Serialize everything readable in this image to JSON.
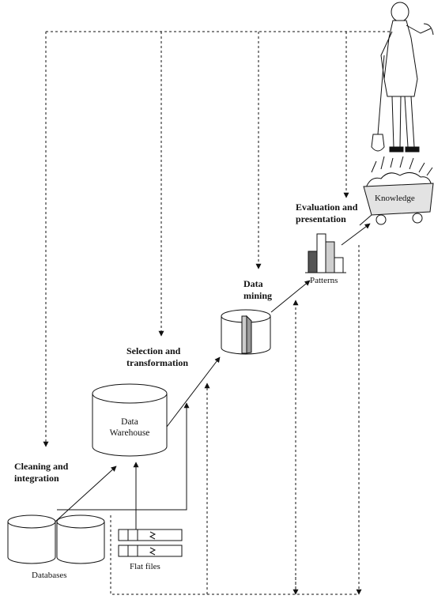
{
  "steps": {
    "cleaning": "Cleaning and\nintegration",
    "selection": "Selection and\ntransformation",
    "mining": "Data\nmining",
    "evaluation": "Evaluation and\npresentation"
  },
  "nodes": {
    "databases": "Databases",
    "flat_files": "Flat files",
    "warehouse": "Data\nWarehouse",
    "patterns": "Patterns",
    "knowledge": "Knowledge"
  },
  "colors": {
    "line": "#111111",
    "bar_dark": "#555555",
    "bar_light": "#cfcfcf",
    "cart_fill": "#d9d9d9"
  }
}
